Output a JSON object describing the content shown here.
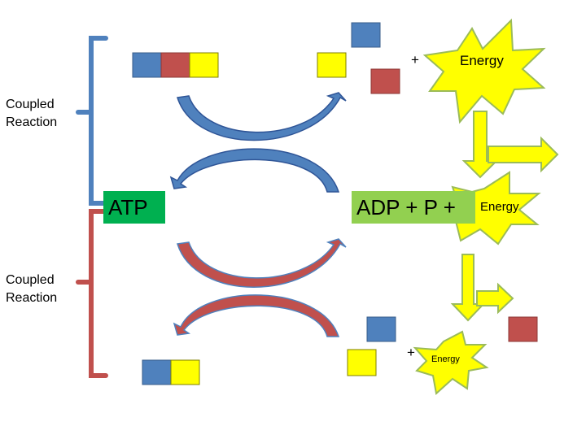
{
  "labels": {
    "coupled_top": [
      "Coupled",
      "Reaction"
    ],
    "coupled_bottom": [
      "Coupled",
      "Reaction"
    ],
    "atp": "ATP",
    "adp_p": "ADP + P +",
    "energy_top": "Energy",
    "energy_mid": "Energy",
    "energy_bottom": "Energy",
    "plus_top": "+",
    "plus_bottom": "+"
  },
  "colors": {
    "blue_square": "#4f81bd",
    "red_square": "#c0504d",
    "yellow_square": "#ffff00",
    "top_bracket": "#4f81bd",
    "bottom_bracket": "#c0504d",
    "atp_box": "#00b050",
    "adp_box": "#92d050",
    "starburst_fill": "#ffff00",
    "starburst_stroke": "#9bbb59",
    "arrow_yellow": "#ffff00",
    "arrow_stroke": "#9bbb59",
    "top_curve": "#4f81bd",
    "bottom_curve": "#c0504d"
  }
}
